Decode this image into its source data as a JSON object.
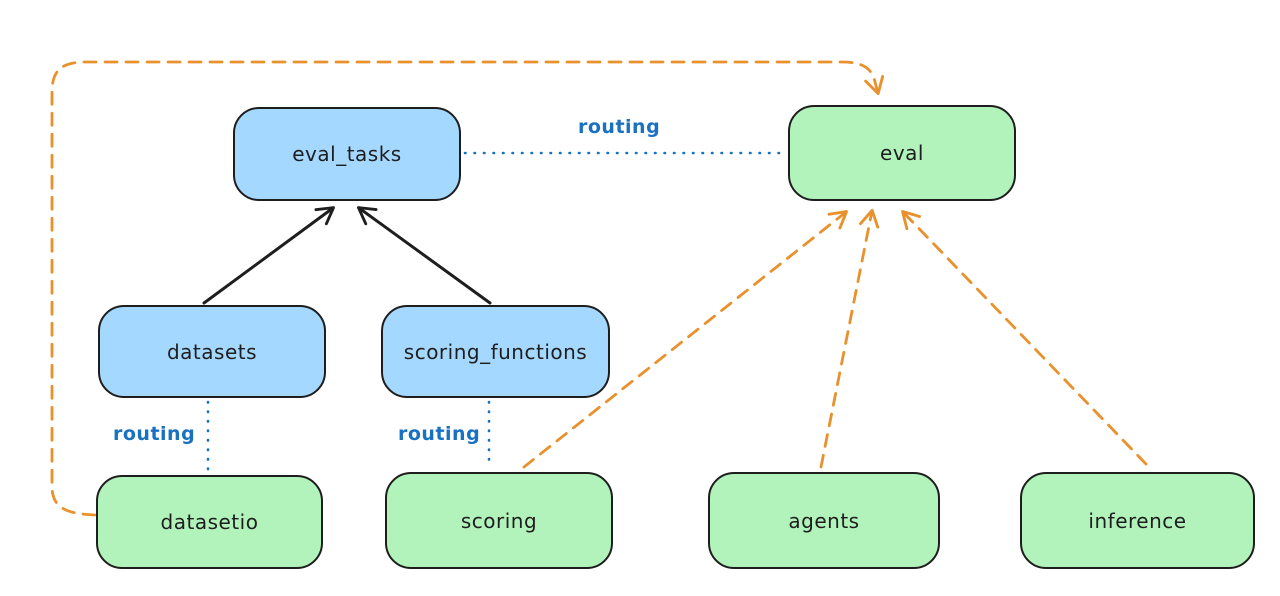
{
  "diagram": {
    "nodes": [
      {
        "id": "eval_tasks",
        "label": "eval_tasks",
        "fill": "#a5d8ff"
      },
      {
        "id": "eval",
        "label": "eval",
        "fill": "#b2f2bb"
      },
      {
        "id": "datasets",
        "label": "datasets",
        "fill": "#a5d8ff"
      },
      {
        "id": "scoring_functions",
        "label": "scoring_functions",
        "fill": "#a5d8ff"
      },
      {
        "id": "datasetio",
        "label": "datasetio",
        "fill": "#b2f2bb"
      },
      {
        "id": "scoring",
        "label": "scoring",
        "fill": "#b2f2bb"
      },
      {
        "id": "agents",
        "label": "agents",
        "fill": "#b2f2bb"
      },
      {
        "id": "inference",
        "label": "inference",
        "fill": "#b2f2bb"
      }
    ],
    "edges": [
      {
        "from": "datasets",
        "to": "eval_tasks",
        "style": "solid",
        "arrow": true,
        "color": "#1e1e1e"
      },
      {
        "from": "scoring_functions",
        "to": "eval_tasks",
        "style": "solid",
        "arrow": true,
        "color": "#1e1e1e"
      },
      {
        "from": "eval_tasks",
        "to": "eval",
        "style": "dotted",
        "arrow": false,
        "color": "#1971c2",
        "label": "routing"
      },
      {
        "from": "datasets",
        "to": "datasetio",
        "style": "dotted",
        "arrow": false,
        "color": "#1971c2",
        "label": "routing"
      },
      {
        "from": "scoring_functions",
        "to": "scoring",
        "style": "dotted",
        "arrow": false,
        "color": "#1971c2",
        "label": "routing"
      },
      {
        "from": "datasetio",
        "to": "eval",
        "style": "dashed",
        "arrow": true,
        "color": "#e8912d"
      },
      {
        "from": "scoring",
        "to": "eval",
        "style": "dashed",
        "arrow": true,
        "color": "#e8912d"
      },
      {
        "from": "agents",
        "to": "eval",
        "style": "dashed",
        "arrow": true,
        "color": "#e8912d"
      },
      {
        "from": "inference",
        "to": "eval",
        "style": "dashed",
        "arrow": true,
        "color": "#e8912d"
      }
    ],
    "labels": {
      "routing_top": "routing",
      "routing_left": "routing",
      "routing_mid": "routing"
    },
    "colors": {
      "blue_fill": "#a5d8ff",
      "green_fill": "#b2f2bb",
      "stroke": "#1e1e1e",
      "routing_blue": "#1971c2",
      "orange": "#e8912d",
      "background": "#ffffff"
    }
  }
}
